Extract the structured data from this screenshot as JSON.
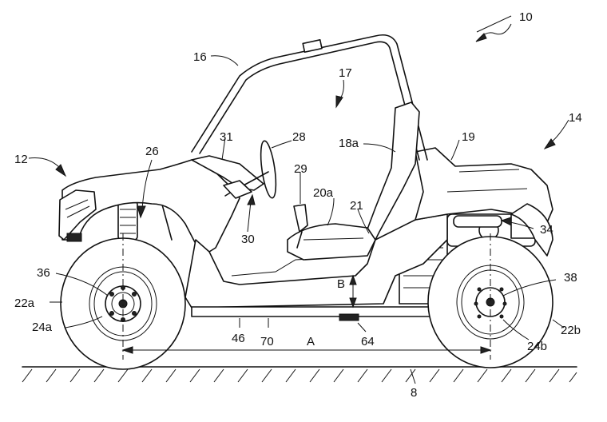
{
  "figure": {
    "labels": {
      "vehicle": "10",
      "front_end": "12",
      "rear_end": "14",
      "roll_bar": "16",
      "cab": "17",
      "seat_back": "18a",
      "rear_cargo": "19",
      "seat": "20a",
      "seat_frame": "21",
      "front_wheel": "22a",
      "rear_wheel": "22b",
      "front_hub": "24a",
      "rear_hub": "24b",
      "front_suspension": "26",
      "steering_wheel": "28",
      "shifter": "29",
      "steering_column": "30",
      "dash": "31",
      "exhaust": "34",
      "front_axle": "36",
      "rear_axle": "38",
      "side_panel": "46",
      "skid_plate": "64",
      "frame": "70",
      "wheelbase": "A",
      "ground_clearance": "B",
      "ground": "8"
    }
  }
}
